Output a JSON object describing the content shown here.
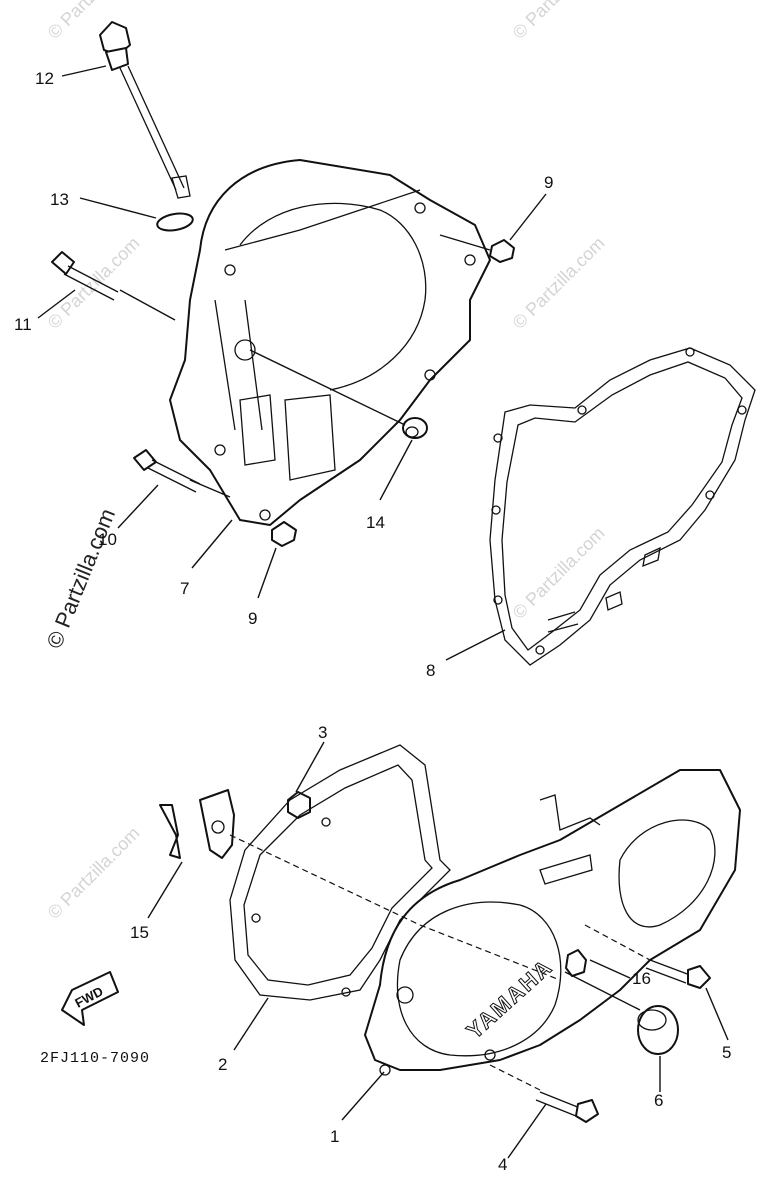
{
  "watermark": "© Partzilla.com",
  "diagram_code": "2FJ110-7090",
  "fwd_label": "FWD",
  "brand_text": "YAMAHA",
  "callouts": {
    "c1": "1",
    "c2": "2",
    "c3": "3",
    "c4": "4",
    "c5": "5",
    "c6": "6",
    "c7": "7",
    "c8": "8",
    "c9a": "9",
    "c9b": "9",
    "c10": "10",
    "c11": "11",
    "c12": "12",
    "c13": "13",
    "c14": "14",
    "c15": "15",
    "c16": "16"
  }
}
